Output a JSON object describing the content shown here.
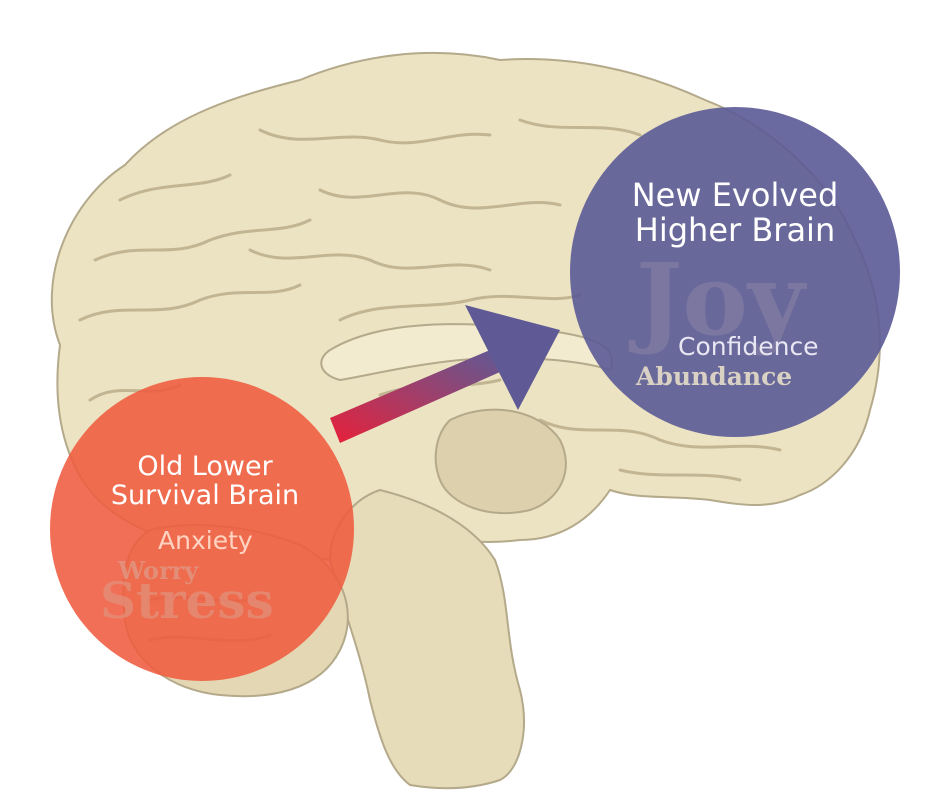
{
  "colors": {
    "brain_fill": "#ece3c3",
    "brain_stroke": "#b4a98a",
    "upper_circle": "#5b5a96",
    "lower_circle": "#ef5b3f",
    "arrow_start": "#e8203a",
    "arrow_end": "#5f5a95"
  },
  "upper_region": {
    "title_line1": "New Evolved",
    "title_line2": "Higher Brain",
    "word_large": "Joy",
    "word_medium": "Confidence",
    "word_small": "Abundance"
  },
  "lower_region": {
    "title_line1": "Old Lower",
    "title_line2": "Survival Brain",
    "word_1": "Anxiety",
    "word_2": "Worry",
    "word_3": "Stress"
  },
  "arrow": {
    "direction": "from lower survival brain to higher brain"
  }
}
